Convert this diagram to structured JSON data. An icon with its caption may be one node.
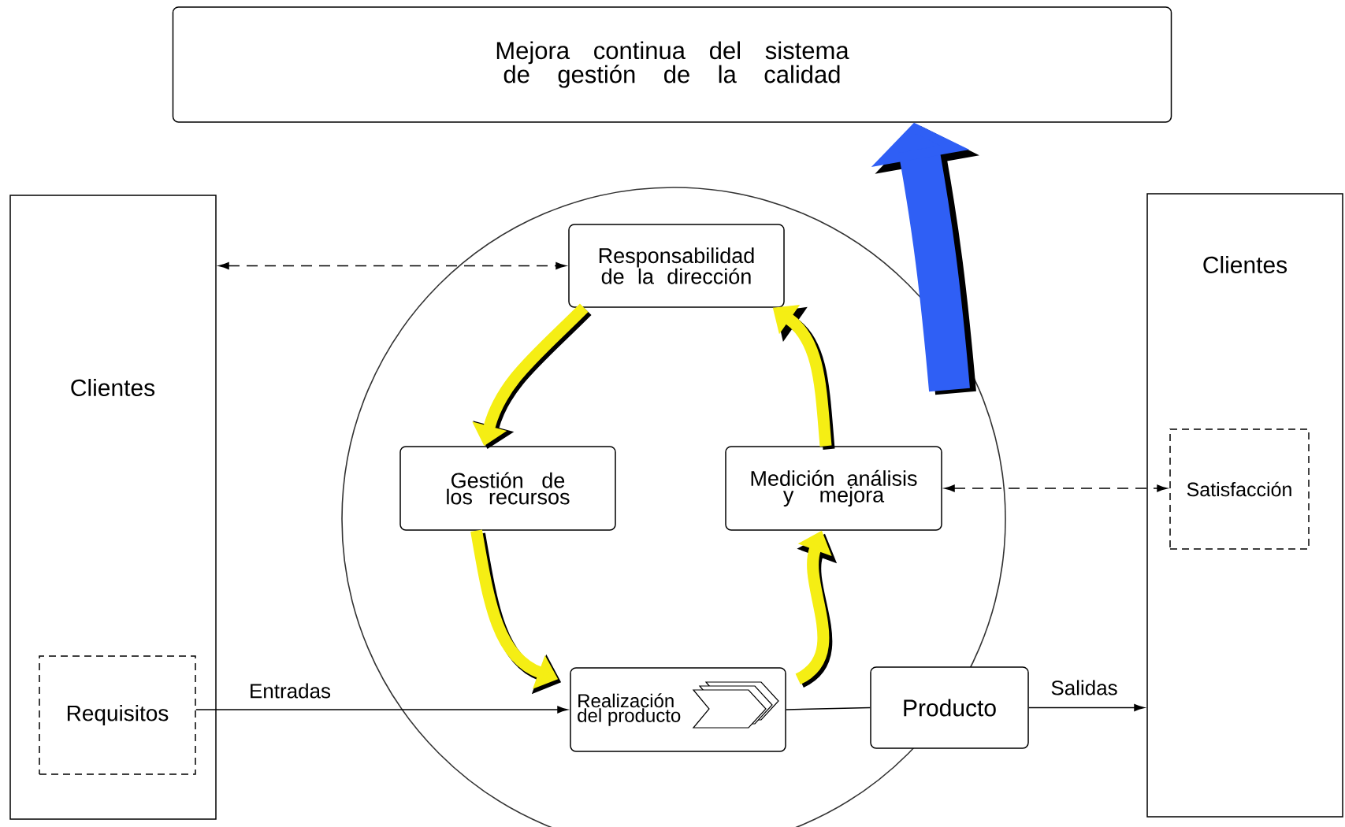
{
  "diagram": {
    "nodes": [
      {
        "text": [
          "Mejora continua del sistema de gestión de la calidad"
        ]
      },
      {
        "text": [
          "Clientes"
        ]
      },
      {
        "text": [
          "Requisitos"
        ],
        "in": 1
      },
      {
        "text": [
          "Clientes"
        ]
      },
      {
        "text": [
          "Satisfacción"
        ],
        "in": 3
      },
      {
        "text": [
          "Responsabilidad de la dirección"
        ]
      },
      {
        "text": [
          "Gestión de los recursos"
        ]
      },
      {
        "text": [
          "Medición análisis y mejora"
        ]
      },
      {
        "text": [
          "Realización del producto"
        ]
      },
      {
        "text": [
          "Producto"
        ]
      }
    ],
    "edges": [
      {
        "from": 1,
        "to": 5,
        "arrow": "both",
        "style": "dashed"
      },
      {
        "from": 7,
        "to": 4,
        "arrow": "both",
        "style": "dashed"
      },
      {
        "from": 2,
        "to": 8,
        "arrow": "to",
        "label": "Entradas"
      },
      {
        "from": 8,
        "to": 9,
        "arrow": "none"
      },
      {
        "from": 9,
        "to": 3,
        "arrow": "to",
        "label": "Salidas"
      },
      {
        "from": 5,
        "to": 6,
        "arrow": "to",
        "style": "thick",
        "color": "#f5ee14"
      },
      {
        "from": 6,
        "to": 8,
        "arrow": "to",
        "style": "thick",
        "color": "#f5ee14"
      },
      {
        "from": 8,
        "to": 7,
        "arrow": "to",
        "style": "thick",
        "color": "#f5ee14"
      },
      {
        "from": 7,
        "to": 5,
        "arrow": "to",
        "style": "thick",
        "color": "#f5ee14"
      },
      {
        "from": null,
        "to": 0,
        "arrow": "to",
        "style": "thick",
        "color": "#2f5ff5"
      }
    ]
  }
}
